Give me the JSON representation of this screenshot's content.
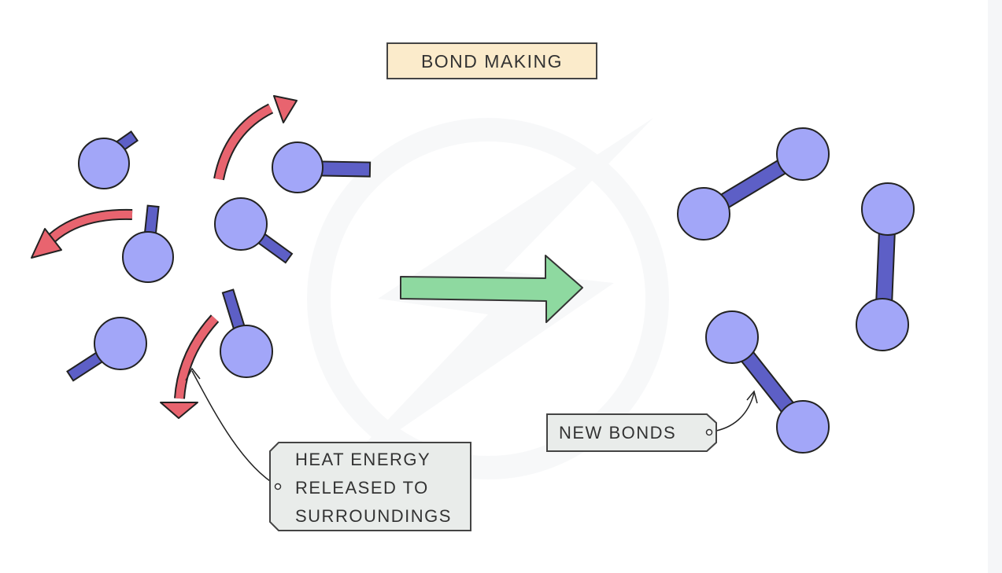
{
  "title": "BOND MAKING",
  "heat_label": [
    "HEAT ENERGY",
    "RELEASED TO",
    "SURROUNDINGS"
  ],
  "bonds_label": "NEW BONDS",
  "colors": {
    "atom": "#a2a6f8",
    "bond": "#5d5fc6",
    "heat_arrow": "#e8646f",
    "reaction_arrow": "#8ed9a0",
    "title_box": "#fbebcb",
    "tag_box": "#e9ecea"
  }
}
